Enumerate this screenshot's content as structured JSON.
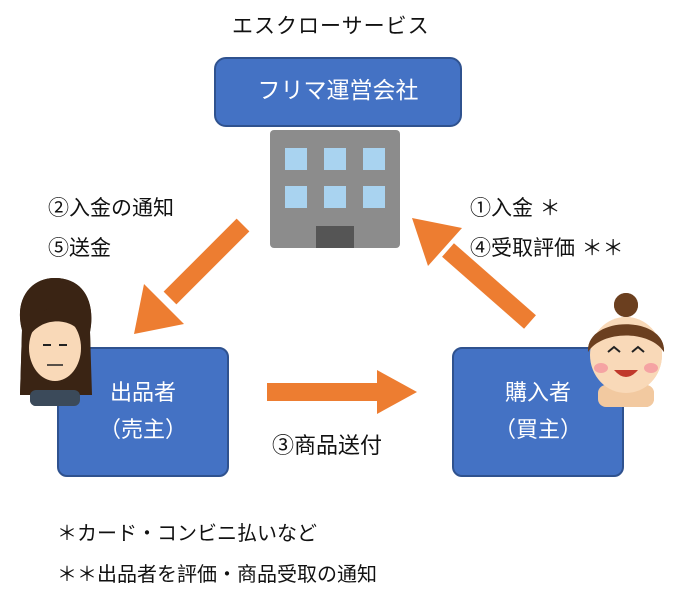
{
  "title": "エスクローサービス",
  "operator": {
    "label": "フリマ運営会社"
  },
  "seller": {
    "line1": "出品者",
    "line2": "（売主）"
  },
  "buyer": {
    "line1": "購入者",
    "line2": "（買主）"
  },
  "left_flow": {
    "line1": "②入金の通知",
    "line2": "⑤送金"
  },
  "right_flow": {
    "line1": "①入金 ＊",
    "line2": "④受取評価 ＊＊"
  },
  "middle_flow": {
    "label": "③商品送付"
  },
  "notes": {
    "note1": "＊カード・コンビニ払いなど",
    "note2": "＊＊出品者を評価・商品受取の通知"
  },
  "colors": {
    "box_fill": "#4472c4",
    "box_border": "#2f528f",
    "arrow": "#ed7d31",
    "building": "#8c8c8c",
    "window": "#a9d3f0"
  }
}
